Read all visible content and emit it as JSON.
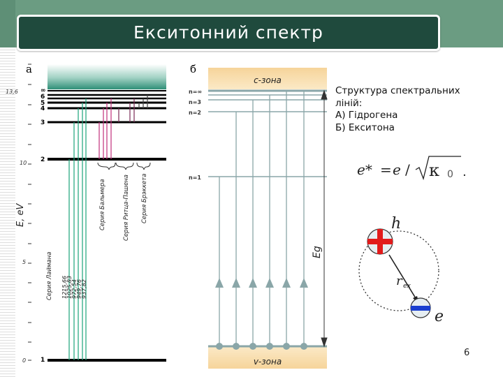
{
  "slide": {
    "title": "Екситонний спектр",
    "page_number": "6"
  },
  "text_block": {
    "lines": [
      "Структура спектральних",
      "ліній:",
      "А) Гідрогена",
      "Б) Екситона"
    ]
  },
  "panel_a": {
    "label": "а",
    "axis_label": "E, eV",
    "tick_labels": [
      "13,6",
      "10",
      "5",
      "0"
    ],
    "level_labels": [
      "∞",
      "6",
      "5",
      "4",
      "3",
      "2",
      "1"
    ],
    "series_labels": [
      "Серия Лаймана",
      "Серия Бальмера",
      "Серия Ритца-Пашена",
      "Серия Брэккета"
    ],
    "wavelengths": [
      "1215,66",
      "1025,83",
      "972,54",
      "949,76",
      "937,82"
    ],
    "colors": {
      "lyman": "#1aa37a",
      "balmer": "#c0307a",
      "paschen": "#7a2a55",
      "brackett": "#444444"
    }
  },
  "panel_b": {
    "label": "б",
    "c_band": "с-зона",
    "v_band": "v-зона",
    "level_labels": [
      "n=∞",
      "n=3",
      "n=2",
      "n=1"
    ],
    "eg_label": "Eg"
  },
  "formula": {
    "lhs": "e*",
    "eq": "=",
    "e": "e",
    "slash": "/",
    "kappa": "κ",
    "sub": "0",
    "dot": "."
  },
  "exciton": {
    "hole": "h",
    "electron": "e",
    "radius": "r",
    "radius_sub": "ex"
  }
}
